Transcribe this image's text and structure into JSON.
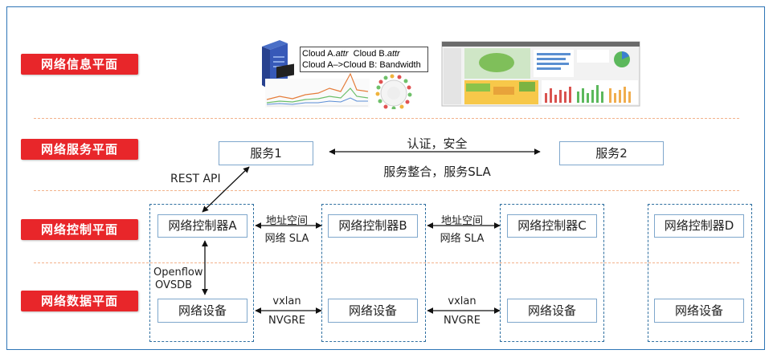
{
  "planes": [
    {
      "label": "网络信息平面"
    },
    {
      "label": "网络服务平面"
    },
    {
      "label": "网络控制平面"
    },
    {
      "label": "网络数据平面"
    }
  ],
  "info_plane": {
    "cloud_line1_a": "Cloud A.",
    "cloud_line1_b": "attr",
    "cloud_line1_c": "Cloud B.",
    "cloud_line1_d": "attr",
    "cloud_line2": "Cloud A–>Cloud B: Bandwidth"
  },
  "service_plane": {
    "service1": "服务1",
    "service2": "服务2",
    "link_top": "认证，安全",
    "link_bottom": "服务整合，服务SLA",
    "rest_api": "REST API"
  },
  "control_plane": {
    "controllers": [
      "网络控制器A",
      "网络控制器B",
      "网络控制器C",
      "网络控制器D"
    ],
    "link_ab_top": "地址空间",
    "link_ab_bottom": "网络 SLA",
    "link_bc_top": "地址空间",
    "link_bc_bottom": "网络 SLA",
    "southbound_top": "Openflow",
    "southbound_bottom": "OVSDB"
  },
  "data_plane": {
    "devices": [
      "网络设备",
      "网络设备",
      "网络设备",
      "网络设备"
    ],
    "link_ab_top": "vxlan",
    "link_ab_bottom": "NVGRE",
    "link_bc_top": "vxlan",
    "link_bc_bottom": "NVGRE"
  },
  "colors": {
    "accent_red": "#e8262a",
    "frame_blue": "#2e75b6",
    "dash_orange": "#f2b28c"
  }
}
